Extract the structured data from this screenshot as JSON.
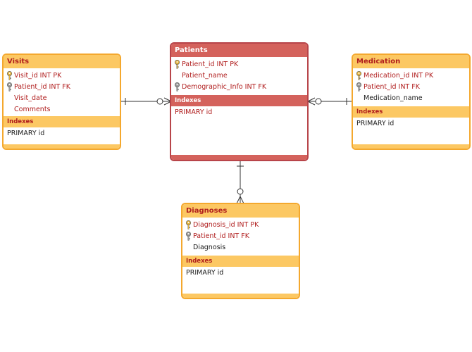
{
  "tables": {
    "visits": {
      "title": "Visits",
      "columns": [
        {
          "text": "Visit_id  INT  PK",
          "key": "primary"
        },
        {
          "text": "Patient_id INT  FK",
          "key": "foreign"
        },
        {
          "text": "Visit_date",
          "key": "none"
        },
        {
          "text": "Comments",
          "key": "none"
        }
      ],
      "indexes_label": "Indexes",
      "indexes": [
        "PRIMARY  id"
      ]
    },
    "patients": {
      "title": "Patients",
      "columns": [
        {
          "text": "Patient_id INT  PK",
          "key": "primary"
        },
        {
          "text": "Patient_name",
          "key": "none"
        },
        {
          "text": "Demographic_Info INT  FK",
          "key": "foreign"
        }
      ],
      "indexes_label": "Indexes",
      "indexes": [
        "PRIMARY  id"
      ]
    },
    "medication": {
      "title": "Medication",
      "columns": [
        {
          "text": "Medication_id INT  PK",
          "key": "primary"
        },
        {
          "text": "Patient_id INT  FK",
          "key": "foreign"
        },
        {
          "text": "Medication_name",
          "key": "none"
        }
      ],
      "indexes_label": "Indexes",
      "indexes": [
        "PRIMARY  id"
      ]
    },
    "diagnoses": {
      "title": "Diagnoses",
      "columns": [
        {
          "text": "Diagnosis_id  INT  PK",
          "key": "primary"
        },
        {
          "text": "Patient_id INT  FK",
          "key": "foreign"
        },
        {
          "text": "Diagnosis",
          "key": "none"
        }
      ],
      "indexes_label": "Indexes",
      "indexes": [
        "PRIMARY  id"
      ]
    }
  },
  "relationships": [
    {
      "from": "visits",
      "to": "patients",
      "from_end": "one",
      "to_end": "zero-or-many"
    },
    {
      "from": "patients",
      "to": "medication",
      "from_end": "zero-or-many",
      "to_end": "one"
    },
    {
      "from": "patients",
      "to": "diagnoses",
      "from_end": "one",
      "to_end": "zero-or-many"
    }
  ],
  "colors": {
    "table_border": "#f4a82e",
    "table_header": "#fcc863",
    "selected_border": "#b8454a",
    "selected_header": "#d4625c",
    "column_text": "#b01d1d",
    "connector": "#333333",
    "primary_key_icon": "#e3b23c",
    "foreign_key_icon": "#9a9a9a"
  }
}
